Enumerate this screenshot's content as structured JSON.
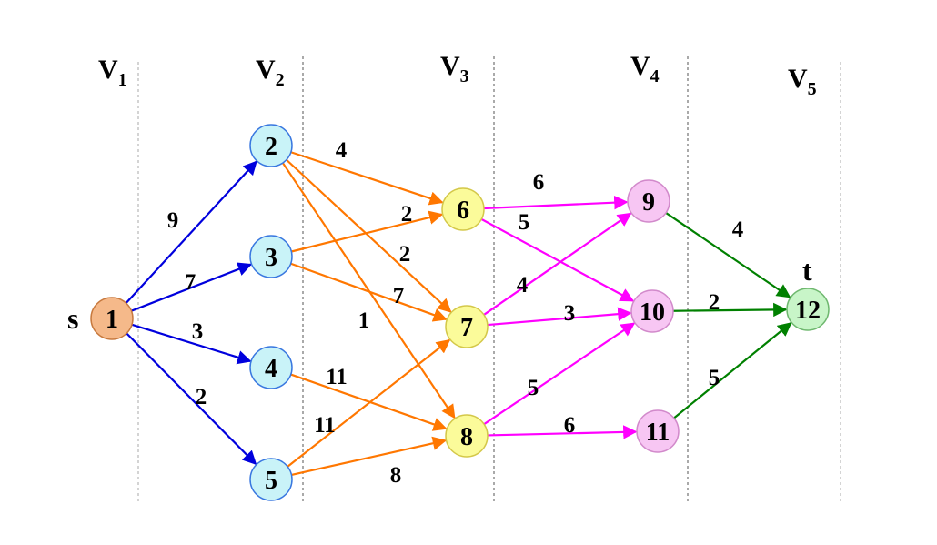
{
  "stages": [
    {
      "main": "V",
      "sub": "1"
    },
    {
      "main": "V",
      "sub": "2"
    },
    {
      "main": "V",
      "sub": "3"
    },
    {
      "main": "V",
      "sub": "4"
    },
    {
      "main": "V",
      "sub": "5"
    }
  ],
  "side_labels": {
    "source": "s",
    "sink": "t"
  },
  "colors": {
    "stage1": "#0000dd",
    "stage2": "#ff7700",
    "stage3": "#ff00ff",
    "stage4": "#008000",
    "fill_source": "#f5b98a",
    "fill_v2": "#c9f3f8",
    "fill_v3": "#fbfb9a",
    "fill_v4": "#f7c6f3",
    "fill_sink": "#c8f5c8",
    "stroke_v2": "#3a78e0",
    "divider": "#aaaaaa"
  },
  "nodes": [
    {
      "id": "1",
      "label": "1",
      "stage": 1
    },
    {
      "id": "2",
      "label": "2",
      "stage": 2
    },
    {
      "id": "3",
      "label": "3",
      "stage": 2
    },
    {
      "id": "4",
      "label": "4",
      "stage": 2
    },
    {
      "id": "5",
      "label": "5",
      "stage": 2
    },
    {
      "id": "6",
      "label": "6",
      "stage": 3
    },
    {
      "id": "7",
      "label": "7",
      "stage": 3
    },
    {
      "id": "8",
      "label": "8",
      "stage": 3
    },
    {
      "id": "9",
      "label": "9",
      "stage": 4
    },
    {
      "id": "10",
      "label": "10",
      "stage": 4
    },
    {
      "id": "11",
      "label": "11",
      "stage": 4
    },
    {
      "id": "12",
      "label": "12",
      "stage": 5
    }
  ],
  "edges": [
    {
      "from": "1",
      "to": "2",
      "weight": "9"
    },
    {
      "from": "1",
      "to": "3",
      "weight": "7"
    },
    {
      "from": "1",
      "to": "4",
      "weight": "3"
    },
    {
      "from": "1",
      "to": "5",
      "weight": "2"
    },
    {
      "from": "2",
      "to": "6",
      "weight": "4"
    },
    {
      "from": "2",
      "to": "7",
      "weight": "2"
    },
    {
      "from": "2",
      "to": "8",
      "weight": "1"
    },
    {
      "from": "3",
      "to": "6",
      "weight": "2"
    },
    {
      "from": "3",
      "to": "7",
      "weight": "7"
    },
    {
      "from": "4",
      "to": "8",
      "weight": "11"
    },
    {
      "from": "5",
      "to": "7",
      "weight": "11"
    },
    {
      "from": "5",
      "to": "8",
      "weight": "8"
    },
    {
      "from": "6",
      "to": "9",
      "weight": "6"
    },
    {
      "from": "6",
      "to": "10",
      "weight": "5"
    },
    {
      "from": "7",
      "to": "9",
      "weight": "4"
    },
    {
      "from": "7",
      "to": "10",
      "weight": "3"
    },
    {
      "from": "8",
      "to": "10",
      "weight": "5"
    },
    {
      "from": "8",
      "to": "11",
      "weight": "6"
    },
    {
      "from": "9",
      "to": "12",
      "weight": "4"
    },
    {
      "from": "10",
      "to": "12",
      "weight": "2"
    },
    {
      "from": "11",
      "to": "12",
      "weight": "5"
    }
  ]
}
